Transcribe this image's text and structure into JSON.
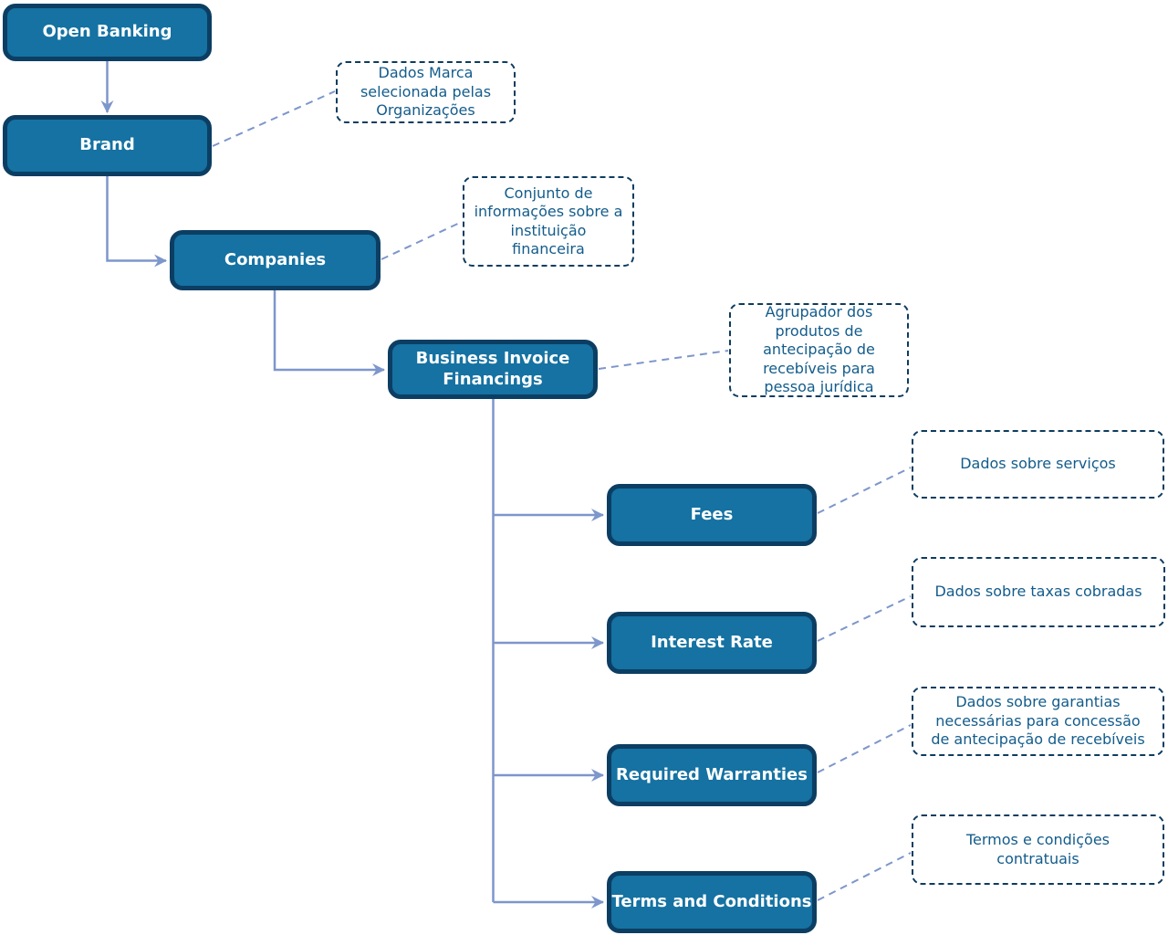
{
  "diagram": {
    "nodes": [
      {
        "id": "open-banking",
        "label": "Open Banking"
      },
      {
        "id": "brand",
        "label": "Brand"
      },
      {
        "id": "companies",
        "label": "Companies"
      },
      {
        "id": "business-invoice-financings",
        "label": "Business Invoice Financings"
      },
      {
        "id": "fees",
        "label": "Fees"
      },
      {
        "id": "interest-rate",
        "label": "Interest Rate"
      },
      {
        "id": "required-warranties",
        "label": "Required Warranties"
      },
      {
        "id": "terms-and-conditions",
        "label": "Terms and Conditions"
      }
    ],
    "annotations": [
      {
        "for": "brand",
        "text": "Dados Marca\nselecionada pelas\nOrganizações"
      },
      {
        "for": "companies",
        "text": "Conjunto de\ninformações sobre a\ninstituição\nfinanceira"
      },
      {
        "for": "business-invoice-financings",
        "text": "Agrupador dos\nprodutos de\nantecipação de\nrecebíveis para\npessoa jurídica"
      },
      {
        "for": "fees",
        "text": "Dados sobre serviços"
      },
      {
        "for": "interest-rate",
        "text": "Dados sobre taxas cobradas"
      },
      {
        "for": "required-warranties",
        "text": "Dados sobre garantias\nnecessárias para concessão\nde antecipação de recebíveis"
      },
      {
        "for": "terms-and-conditions",
        "text": "Termos e condições\ncontratuais"
      }
    ],
    "edges": [
      {
        "from": "Open Banking",
        "to": "Brand"
      },
      {
        "from": "Brand",
        "to": "Companies"
      },
      {
        "from": "Companies",
        "to": "Business Invoice Financings"
      },
      {
        "from": "Business Invoice Financings",
        "to": "Fees"
      },
      {
        "from": "Business Invoice Financings",
        "to": "Interest Rate"
      },
      {
        "from": "Business Invoice Financings",
        "to": "Required Warranties"
      },
      {
        "from": "Business Invoice Financings",
        "to": "Terms and Conditions"
      }
    ],
    "colors": {
      "background": "#FFFFFF",
      "node_fill": "#1572A2",
      "node_border": "#0C3E63",
      "node_text": "#FFFFFF",
      "annotation_border": "#0D3C5F",
      "annotation_text": "#135C8B",
      "connector": "#7D96CB"
    }
  }
}
